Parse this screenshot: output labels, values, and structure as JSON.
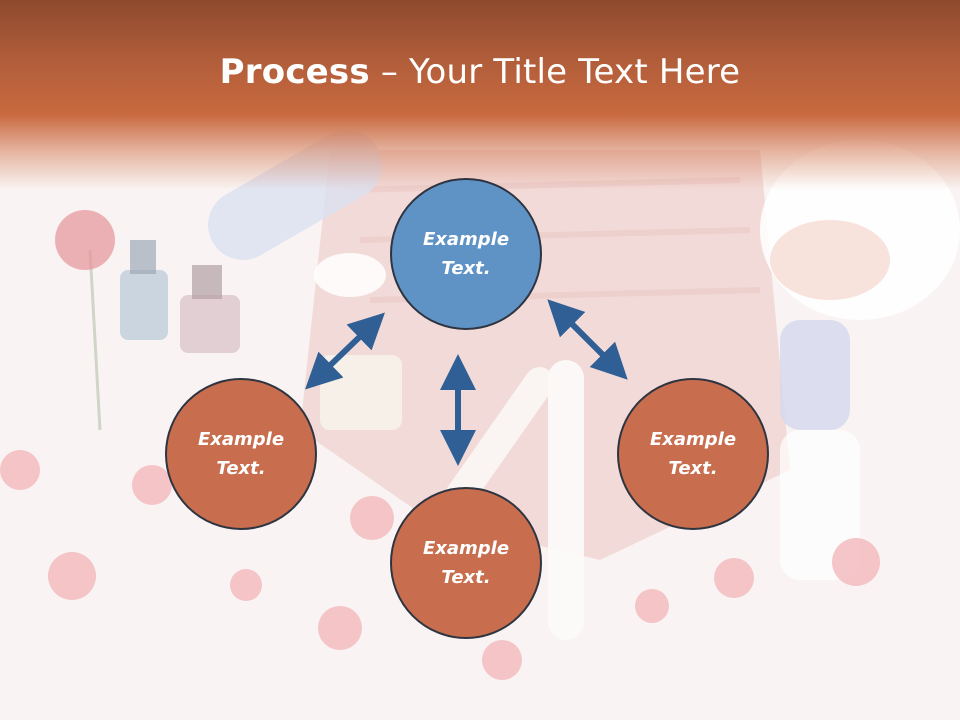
{
  "title": {
    "bold": "Process",
    "dash": " – ",
    "rest": "Your Title Text Here"
  },
  "nodes": {
    "top": {
      "line1": "Example",
      "line2": "Text."
    },
    "left": {
      "line1": "Example",
      "line2": "Text."
    },
    "right": {
      "line1": "Example",
      "line2": "Text."
    },
    "bottom": {
      "line1": "Example",
      "line2": "Text."
    }
  },
  "colors": {
    "header": "#c8693f",
    "node_blue": "#5f93c6",
    "node_orange": "#c86e4e",
    "arrow": "#2f5f95"
  }
}
